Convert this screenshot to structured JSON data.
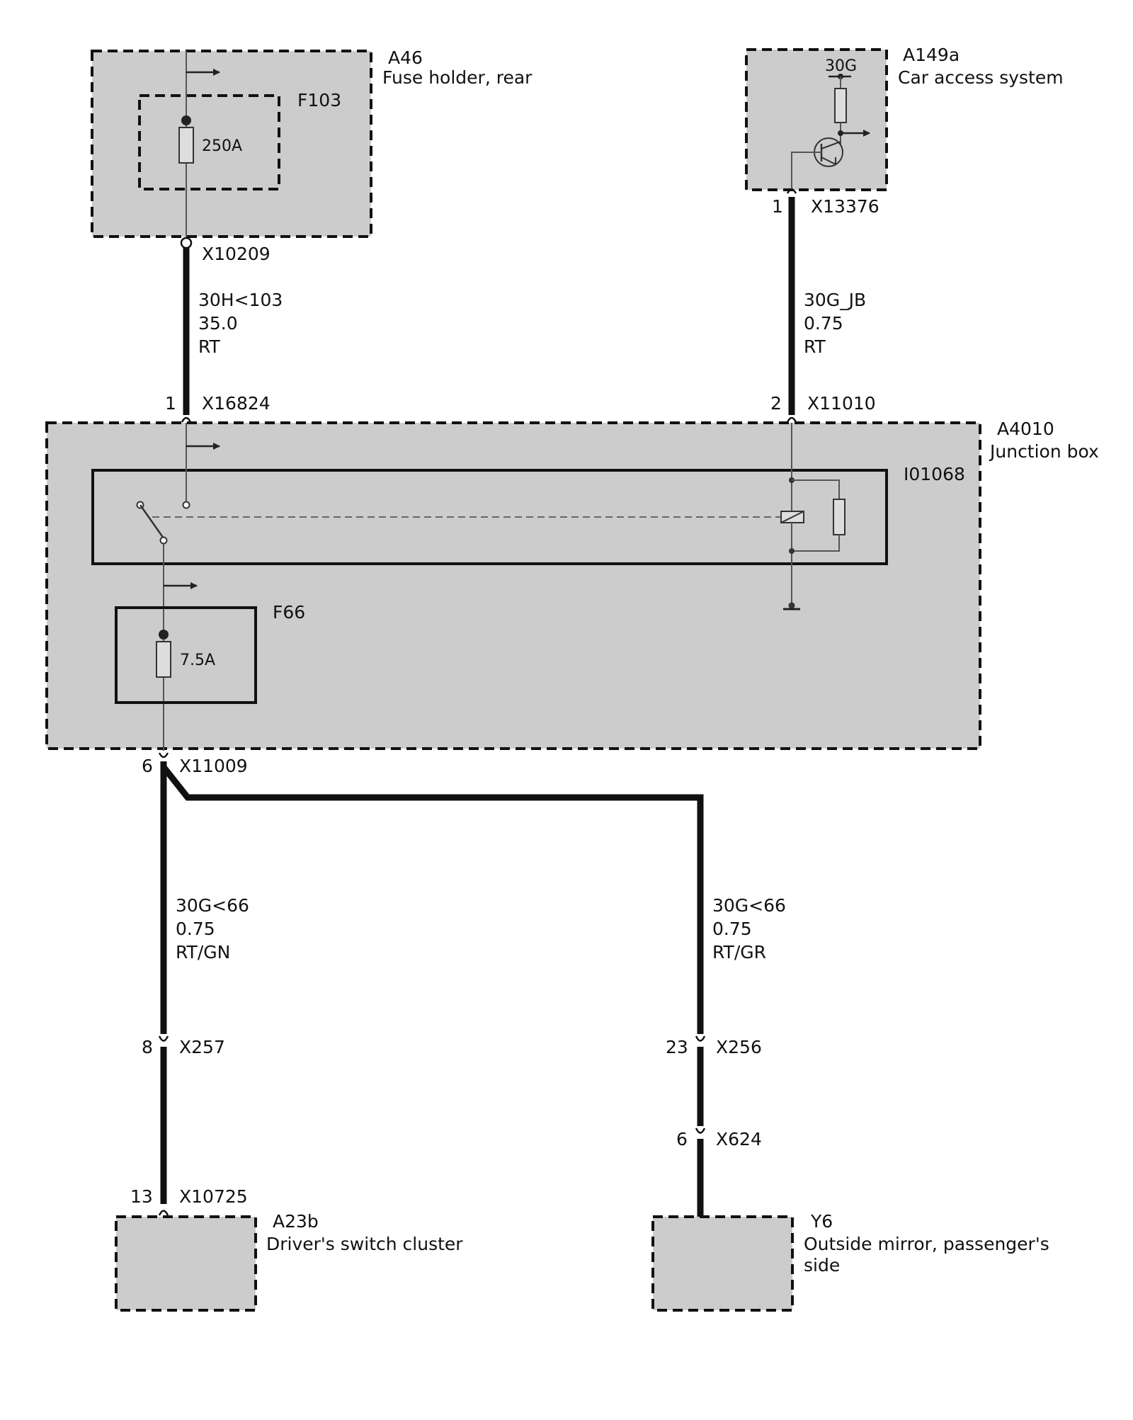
{
  "components": {
    "a46": {
      "id": "A46",
      "name": "Fuse holder, rear"
    },
    "f103": {
      "id": "F103",
      "rating": "250A"
    },
    "a149a": {
      "id": "A149a",
      "name": "Car access system",
      "terminal": "30G"
    },
    "a4010": {
      "id": "A4010",
      "name": "Junction box"
    },
    "i01068": {
      "id": "I01068"
    },
    "f66": {
      "id": "F66",
      "rating": "7.5A"
    },
    "a23b": {
      "id": "A23b",
      "name": "Driver's switch cluster"
    },
    "y6": {
      "id": "Y6",
      "name_line1": "Outside mirror, passenger's",
      "name_line2": "side"
    }
  },
  "connectors": {
    "x10209": {
      "id": "X10209"
    },
    "x13376": {
      "id": "X13376",
      "pin": "1"
    },
    "x16824": {
      "id": "X16824",
      "pin": "1"
    },
    "x11010": {
      "id": "X11010",
      "pin": "2"
    },
    "x11009": {
      "id": "X11009",
      "pin": "6"
    },
    "x257": {
      "id": "X257",
      "pin": "8"
    },
    "x256": {
      "id": "X256",
      "pin": "23"
    },
    "x624": {
      "id": "X624",
      "pin": "6"
    },
    "x10725": {
      "id": "X10725",
      "pin": "13"
    }
  },
  "wires": {
    "w1": {
      "signal": "30H<103",
      "size": "35.0",
      "color": "RT"
    },
    "w2": {
      "signal": "30G_JB",
      "size": "0.75",
      "color": "RT"
    },
    "w3": {
      "signal": "30G<66",
      "size": "0.75",
      "color": "RT/GN"
    },
    "w4": {
      "signal": "30G<66",
      "size": "0.75",
      "color": "RT/GR"
    }
  }
}
